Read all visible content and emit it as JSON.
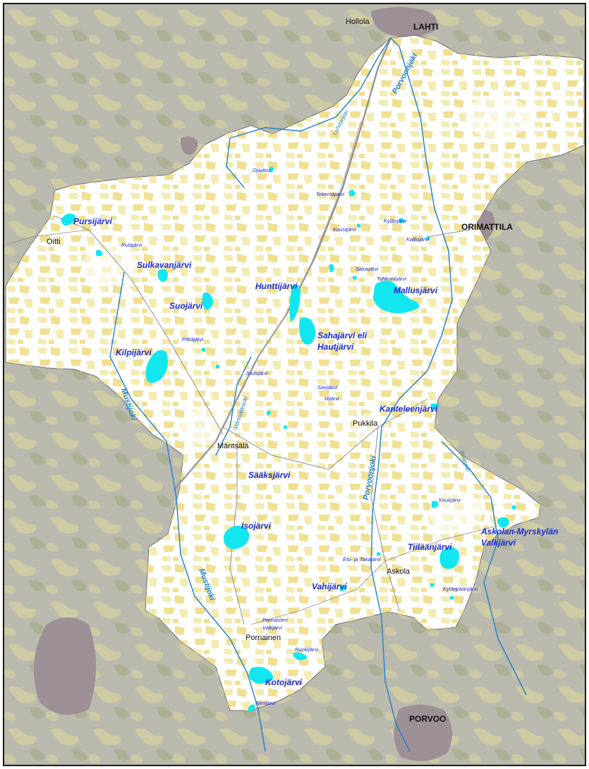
{
  "colors": {
    "outside": "#b9b9ad",
    "outside_forest": "#a7ad8c",
    "outside_field": "#d8d2a0",
    "region_bg": "#ffffff",
    "field": "#f3e9a8",
    "field_dark": "#eedd86",
    "lake": "#12e6ef",
    "river": "#1f7fd0",
    "urban": "#9c8f95",
    "road": "#8e8e8e",
    "border": "#6d6d6d"
  },
  "towns": [
    {
      "key": "hollola",
      "name": "Hollola"
    },
    {
      "key": "lahti",
      "name": "LAHTI"
    },
    {
      "key": "orimattila",
      "name": "ORIMATTILA"
    },
    {
      "key": "oitti",
      "name": "Oitti"
    },
    {
      "key": "mantsala",
      "name": "Mäntsälä"
    },
    {
      "key": "pukkila",
      "name": "Pukkila"
    },
    {
      "key": "askola",
      "name": "Askola"
    },
    {
      "key": "pornainen",
      "name": "Pornainen"
    },
    {
      "key": "porvoo",
      "name": "PORVOO"
    }
  ],
  "lakes_major": [
    {
      "key": "pursijarvi",
      "name": "Pursijärvi"
    },
    {
      "key": "sulkavanjarvi",
      "name": "Sulkavanjärvi"
    },
    {
      "key": "suojarvi",
      "name": "Suojärvi"
    },
    {
      "key": "hunttijarvi",
      "name": "Hunttijärvi"
    },
    {
      "key": "mallusjarvi",
      "name": "Mallusjärvi"
    },
    {
      "key": "sahajarvi1",
      "name": "Sahajärvi eli"
    },
    {
      "key": "sahajarvi2",
      "name": "Hautjärvi"
    },
    {
      "key": "kilpijarvi",
      "name": "Kilpijärvi"
    },
    {
      "key": "kanteleenjarvi",
      "name": "Kanteleenjärvi"
    },
    {
      "key": "saaksjarvi",
      "name": "Sääksjärvi"
    },
    {
      "key": "isojarvi",
      "name": "Isojärvi"
    },
    {
      "key": "tiilaanjarvi",
      "name": "Tiiläänjärvi"
    },
    {
      "key": "askolan1",
      "name": "Askolan-Myrskylän"
    },
    {
      "key": "askolan2",
      "name": "Valkjärvi"
    },
    {
      "key": "vahijarvi",
      "name": "Vahijärvi"
    },
    {
      "key": "kotojarvi",
      "name": "Kotojärvi"
    }
  ],
  "lakes_minor": [
    {
      "key": "ojajarvi",
      "name": "Ojajärvi"
    },
    {
      "key": "tekemajarvi",
      "name": "Tekemäjärvi"
    },
    {
      "key": "kylanjarvi",
      "name": "Kylänjärvi"
    },
    {
      "key": "kuustjarvi",
      "name": "Kuustjärvi"
    },
    {
      "key": "kalliojarvi",
      "name": "Kalliojärvi"
    },
    {
      "key": "rutajarvi",
      "name": "Rutajärvi"
    },
    {
      "key": "salusjarvi",
      "name": "Salusjärvi"
    },
    {
      "key": "tuhkurinjarvi",
      "name": "Tuhkurinjärvi"
    },
    {
      "key": "pitkajarvi",
      "name": "Pitkäjärvi"
    },
    {
      "key": "joutsjarvi",
      "name": "Joutsjärvi"
    },
    {
      "key": "savijarvi",
      "name": "Savijärvi"
    },
    {
      "key": "iilijarvi",
      "name": "Iilijärvi"
    },
    {
      "key": "koukjarvi",
      "name": "Koukjärvi"
    },
    {
      "key": "etuja",
      "name": "Etu- ja Takajärvi"
    },
    {
      "key": "kylanpaanjarvi",
      "name": "Kylänpäänjärvi"
    },
    {
      "key": "pornaisten1",
      "name": "Pornaisten"
    },
    {
      "key": "pornaisten2",
      "name": "Valkjärvi"
    },
    {
      "key": "ruokijarvi",
      "name": "Ruokijärvi"
    },
    {
      "key": "niinijarvi",
      "name": "Niinijärvi"
    }
  ],
  "rivers": [
    {
      "key": "porvoonjoki_n",
      "name": "Porvoonjoki"
    },
    {
      "key": "porvoonjoki_s",
      "name": "Porvoonjoki"
    },
    {
      "key": "mustijoki_n",
      "name": "Mustijoki"
    },
    {
      "key": "mustijoki_s",
      "name": "Mustijoki"
    },
    {
      "key": "luhdanjoki",
      "name": "Luhdanjoki"
    },
    {
      "key": "mantsalanjoki",
      "name": "Mäntsälänjoki"
    },
    {
      "key": "ilolanjoki",
      "name": "Ilolanjoki"
    }
  ]
}
